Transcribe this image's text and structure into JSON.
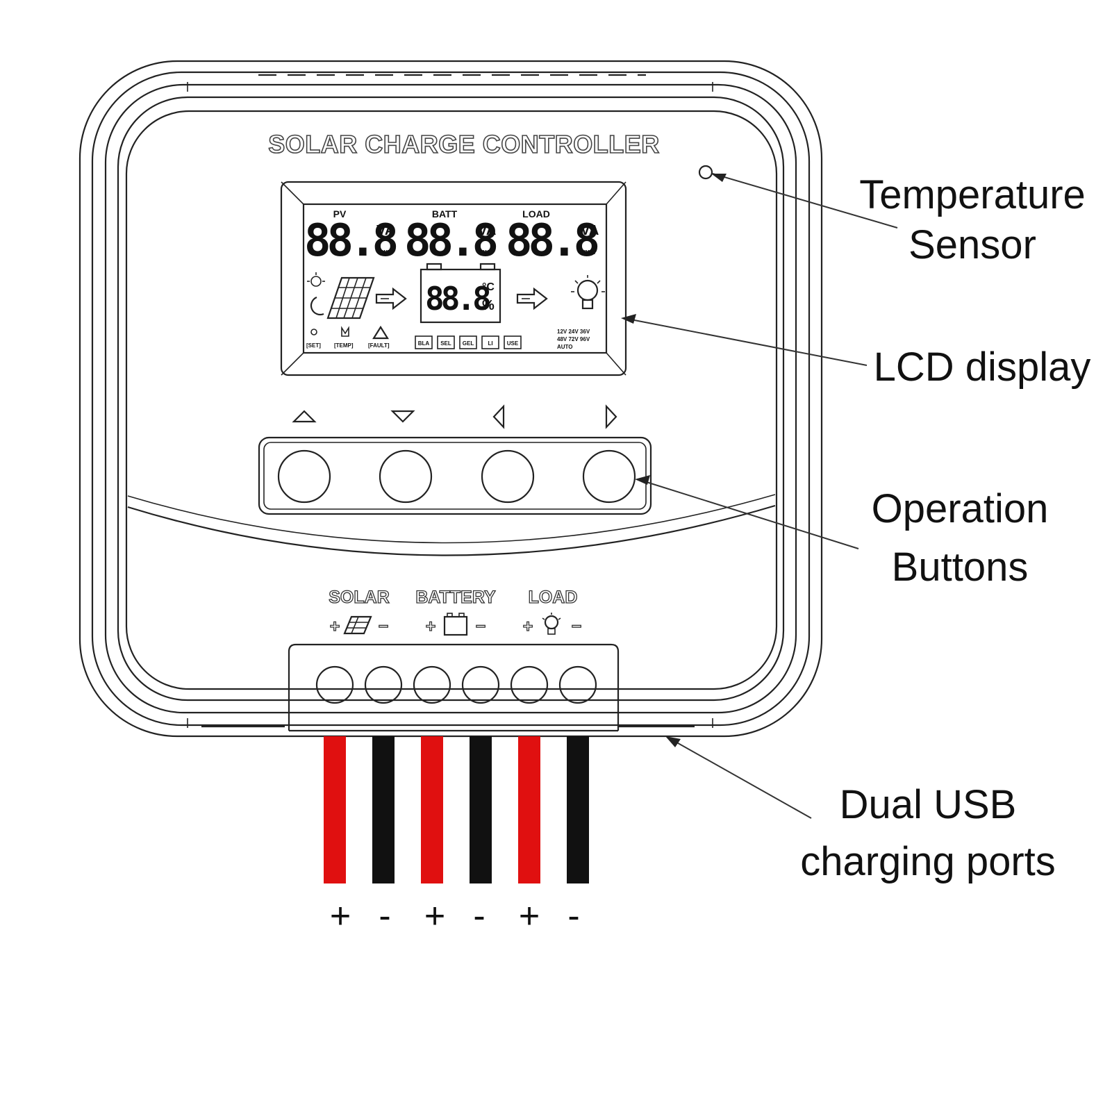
{
  "device": {
    "title": "SOLAR CHARGE CONTROLLER"
  },
  "lcd": {
    "pv_label": "PV",
    "batt_label": "BATT",
    "load_label": "LOAD",
    "pv_value": "88.8",
    "batt_value": "88.8",
    "load_value": "88.8",
    "center_value": "88.8",
    "unit_va": "VA",
    "unit_kwh": "KWH",
    "unit_celsius": "°C",
    "unit_percent": "%",
    "status_set": "[SET]",
    "status_temp": "[TEMP]",
    "status_fault": "[FAULT]",
    "voltage_line1": "12V 24V 36V",
    "voltage_line2": "48V 72V 96V",
    "voltage_line3": "AUTO",
    "battery_types": [
      "BLA",
      "SEL",
      "GEL",
      "LI",
      "USE"
    ]
  },
  "buttons": {
    "arrows": [
      "up-arrow-icon",
      "down-arrow-icon",
      "left-arrow-icon",
      "right-arrow-icon"
    ]
  },
  "terminals": {
    "solar_label": "SOLAR",
    "battery_label": "BATTERY",
    "load_label": "LOAD",
    "plus": "+",
    "minus": "−"
  },
  "wires": {
    "colors": {
      "positive": "#e01010",
      "negative": "#111111"
    },
    "signs": [
      "+",
      "-",
      "+",
      "-",
      "+",
      "-"
    ]
  },
  "callouts": {
    "temperature_line1": "Temperature",
    "temperature_line2": "Sensor",
    "lcd": "LCD display",
    "buttons_line1": "Operation",
    "buttons_line2": "Buttons",
    "usb_line1": "Dual USB",
    "usb_line2": "charging ports"
  }
}
